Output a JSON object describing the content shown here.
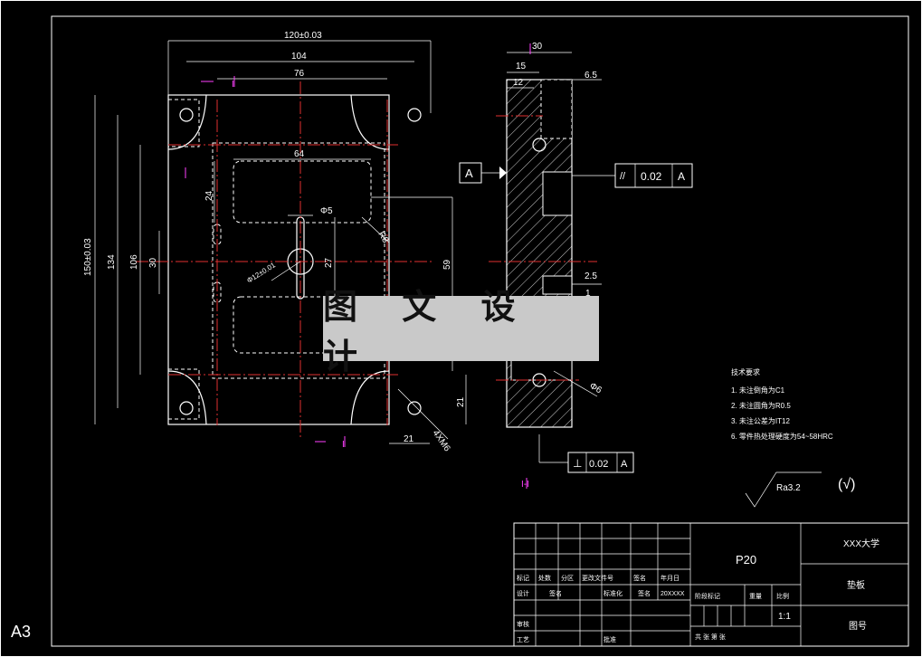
{
  "sheet_size": "A3",
  "watermark": "图 文 设 计",
  "dims": {
    "w120": "120±0.03",
    "w104": "104",
    "w76": "76",
    "w64": "64",
    "h150": "150±0.03",
    "h134": "134",
    "h106": "106",
    "h30": "30",
    "h24": "24",
    "h27": "27",
    "h59": "59",
    "d5": "Φ5",
    "d12": "Φ12±0.01",
    "r8": "R8",
    "c21a": "21",
    "c21b": "21",
    "m6": "4XM6",
    "s30": "30",
    "s15": "15",
    "s12": "12",
    "s65": "6.5",
    "s25": "2.5",
    "s1": "1",
    "s6": "Φ6"
  },
  "datum": "A",
  "tolerances": {
    "parallel": {
      "symbol": "//",
      "value": "0.02",
      "datum": "A"
    },
    "perpendicular": {
      "symbol": "⊥",
      "value": "0.02",
      "datum": "A"
    }
  },
  "section_label": "I-I",
  "section_marks": [
    "I",
    "I"
  ],
  "tech_requirements": {
    "title": "技术要求",
    "items": [
      "1. 未注倒角为C1",
      "2. 未注圆角为R0.5",
      "3. 未注公差为IT12",
      "6. 零件热处理硬度为54~58HRC"
    ]
  },
  "roughness": {
    "value": "Ra3.2",
    "other": "(√)"
  },
  "title_block": {
    "material": "P20",
    "school": "XXX大学",
    "part_name": "垫板",
    "drawing_no": "图号",
    "scale": "1:1",
    "labels": {
      "mark": "标记",
      "count": "处数",
      "zone": "分区",
      "change_doc": "更改文件号",
      "sign": "签名",
      "date": "年月日",
      "design": "设计",
      "std": "标准化",
      "year": "20XXXX",
      "stage_mark": "阶段标记",
      "weight": "重量",
      "ratio": "比例",
      "review": "审核",
      "process": "工艺",
      "approve": "批准",
      "sheets": "共  张 第  张"
    }
  }
}
